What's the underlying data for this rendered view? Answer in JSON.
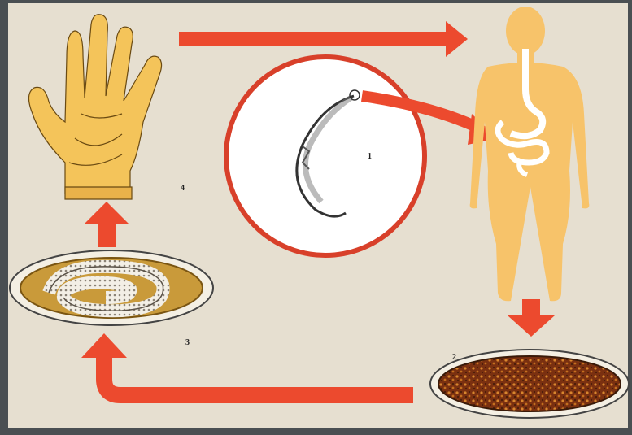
{
  "labels": {
    "stage1": "1",
    "stage2": "2",
    "stage3": "3",
    "stage4": "4"
  },
  "colors": {
    "background": "#e6dfd0",
    "frame": "#4a4f52",
    "arrow": "#ec4a2e",
    "body": "#f7c36a",
    "circle_ring": "#d8402a"
  }
}
